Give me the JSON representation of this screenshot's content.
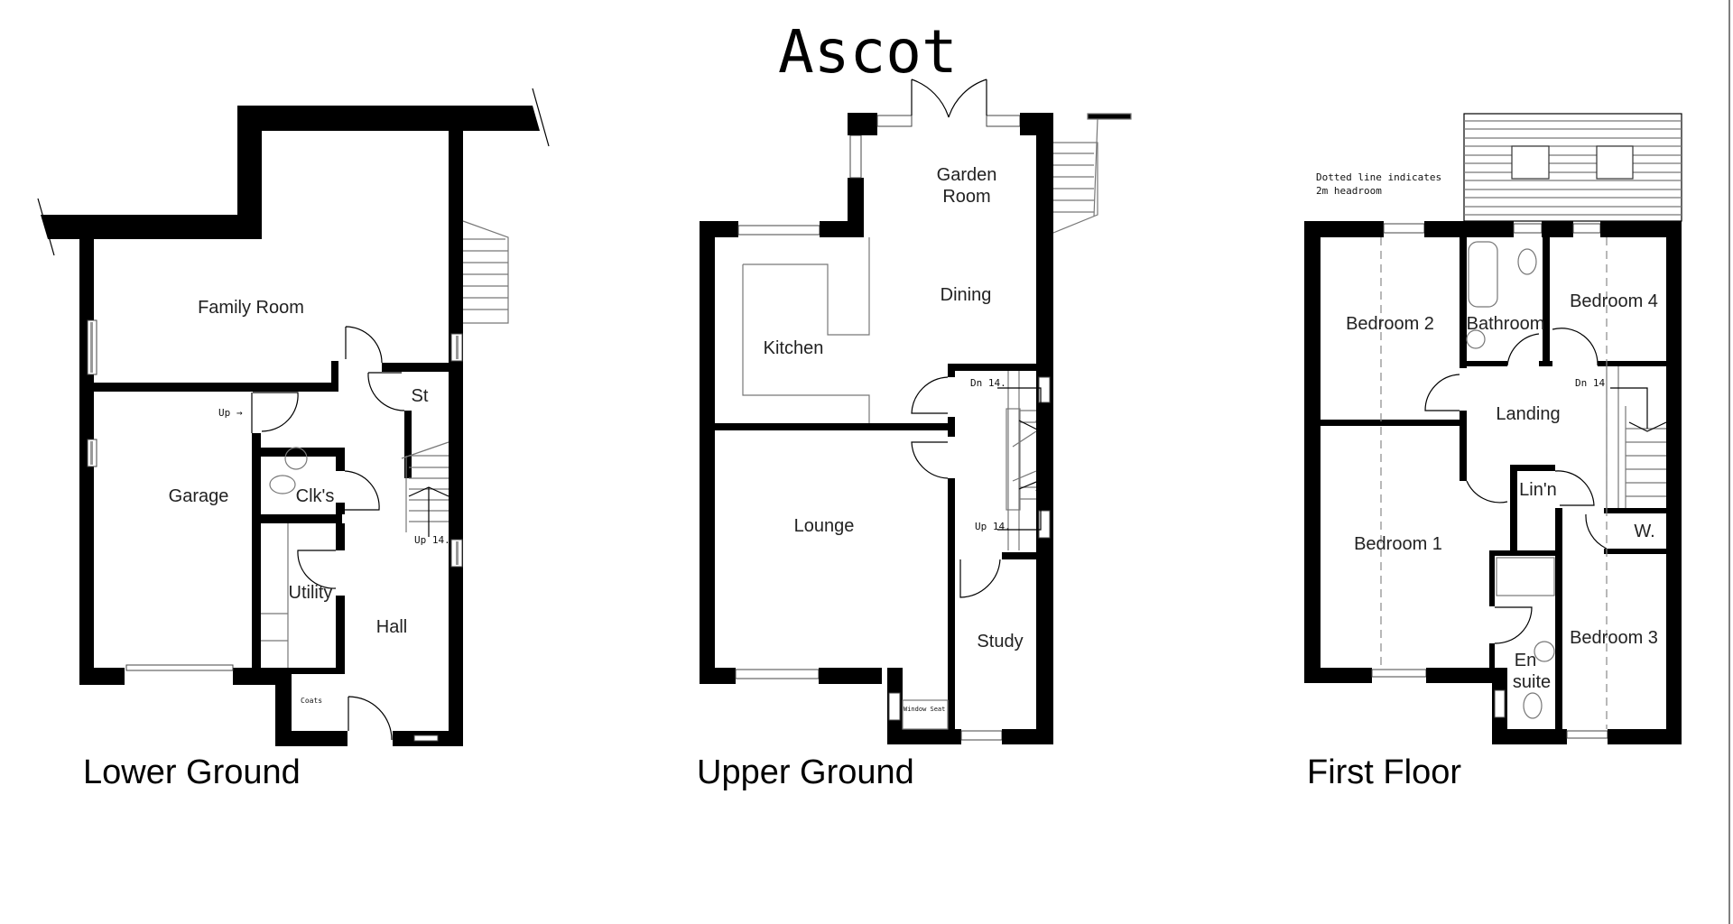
{
  "title": "Ascot",
  "note": {
    "line1": "Dotted line indicates",
    "line2": "2m headroom"
  },
  "floors": {
    "lower_ground": {
      "label": "Lower Ground",
      "rooms": {
        "family_room": "Family Room",
        "garage": "Garage",
        "clks": "Clk's",
        "utility": "Utility",
        "hall": "Hall",
        "store": "St",
        "coats": "Coats"
      },
      "annotations": {
        "up_arrow": "Up →",
        "stairs": "Up 14."
      }
    },
    "upper_ground": {
      "label": "Upper Ground",
      "rooms": {
        "garden_room_1": "Garden",
        "garden_room_2": "Room",
        "dining": "Dining",
        "kitchen": "Kitchen",
        "lounge": "Lounge",
        "study": "Study",
        "window_seat": "Window Seat"
      },
      "annotations": {
        "stairs_down": "Dn 14.",
        "stairs_up": "Up 14."
      }
    },
    "first_floor": {
      "label": "First Floor",
      "rooms": {
        "bedroom_2": "Bedroom 2",
        "bathroom": "Bathroom",
        "bedroom_4": "Bedroom 4",
        "landing": "Landing",
        "bedroom_1": "Bedroom 1",
        "linen": "Lin'n",
        "wardrobe": "W.",
        "ensuite_1": "En",
        "ensuite_2": "suite",
        "bedroom_3": "Bedroom 3"
      },
      "annotations": {
        "stairs_down": "Dn 14"
      }
    }
  }
}
